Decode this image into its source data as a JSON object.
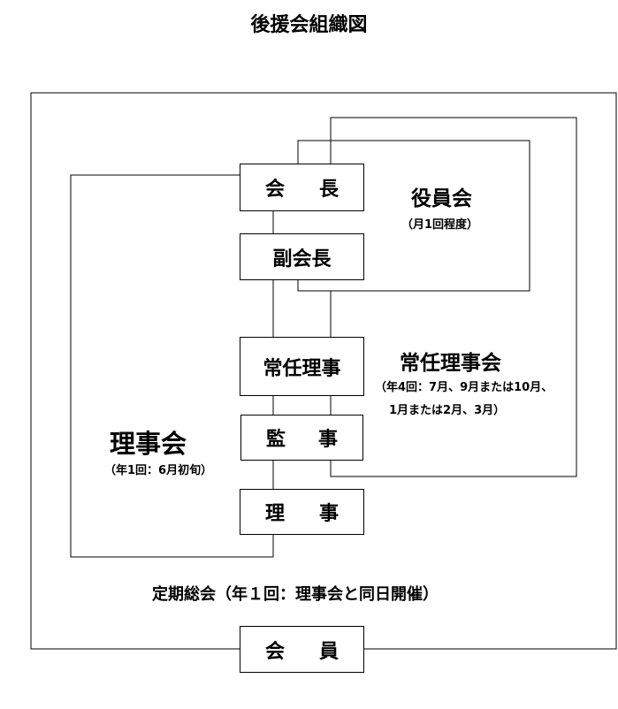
{
  "title": "後援会組織図",
  "boxes": {
    "president": [
      "会",
      "長"
    ],
    "vice_president": "副会長",
    "executive_director": "常任理事",
    "auditor": [
      "監",
      "事"
    ],
    "director": [
      "理",
      "事"
    ],
    "member": [
      "会",
      "員"
    ]
  },
  "groups": {
    "officers": {
      "name": "役員会",
      "note": "（月1回程度）"
    },
    "executive_board": {
      "name": "常任理事会",
      "note_line1": "（年4回：7月、9月または10月、",
      "note_line2": "1月または2月、3月）"
    },
    "board": {
      "name": "理事会",
      "note": "（年1回：6月初旬）"
    },
    "general_meeting": "定期総会（年１回：理事会と同日開催）"
  }
}
